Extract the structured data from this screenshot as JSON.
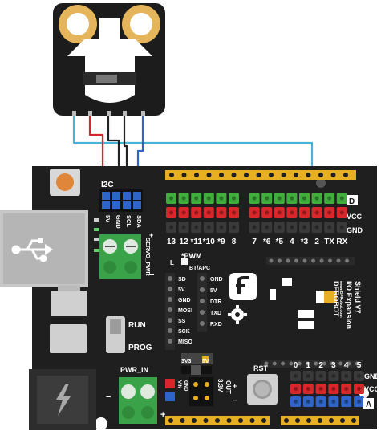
{
  "colors": {
    "board": "#1f1f1f",
    "pin_green": "#3fae3a",
    "pin_red": "#d9262a",
    "pin_blue": "#2f64c8",
    "pin_black": "#3a3a3a",
    "header_yellow": "#e6b022",
    "terminal_green": "#3aa34a",
    "wire_red": "#d9262a",
    "wire_black": "#222222",
    "wire_blue": "#2f64c8",
    "wire_cyan": "#47b3d9"
  },
  "labels": {
    "i2c": "I2C",
    "pin_5v": "5V",
    "pin_gnd": "GND",
    "pin_scl": "SCL",
    "pin_sda": "SDA",
    "row_d": "D",
    "row_vcc": "VCC",
    "row_gnd": "GND",
    "servo_pwr": "SERVO_PWR",
    "pwm": "*PWM",
    "l_led": "L",
    "bt_apc": "BT/APC",
    "run": "RUN",
    "prog": "PROG",
    "pwr_in": "PWR_IN",
    "rst": "RST",
    "v33": "3V3",
    "v5": "5V",
    "out_33v": "3.3V",
    "out_word": "OUT",
    "vin": "VIN",
    "gnd_small": "GND",
    "analog_gnd": "GND",
    "analog_vcc": "VCC",
    "analog_a": "A",
    "plus": "+",
    "minus": "−",
    "brand": "DFROBOT",
    "brand_url": "www.DFRobot.com",
    "title": "I/O Expansion",
    "version": "Shield V7"
  },
  "digital_pins": [
    "13",
    "12",
    "*11",
    "*10",
    "*9",
    "8",
    "7",
    "*6",
    "*5",
    "4",
    "*3",
    "2",
    "TX",
    "RX"
  ],
  "spi_left": [
    "SD",
    "5V",
    "GND",
    "MOSI",
    "SS",
    "SCK",
    "MISO"
  ],
  "bt_pins": [
    "GND",
    "5V",
    "DTR",
    "TXD",
    "RXD"
  ],
  "analog_pins": [
    "0",
    "1",
    "2",
    "3",
    "4",
    "5"
  ]
}
